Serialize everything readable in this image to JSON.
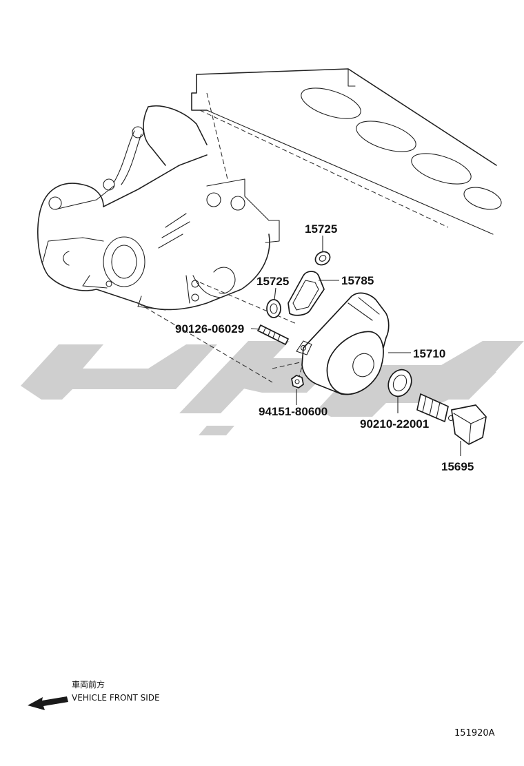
{
  "diagram": {
    "watermark_color": "#cfcfcf",
    "line_color": "#222222",
    "callouts": {
      "seal_upper": "15725",
      "seal_lower": "15725",
      "gasket": "15785",
      "stud": "90126-06029",
      "housing": "15710",
      "nut": "94151-80600",
      "washer": "90210-22001",
      "union_bolt": "15695"
    },
    "direction": {
      "japanese": "車両前方",
      "english": "VEHICLE FRONT SIDE",
      "arrow_icon": "left-arrow"
    },
    "reference_code": "151920A"
  }
}
